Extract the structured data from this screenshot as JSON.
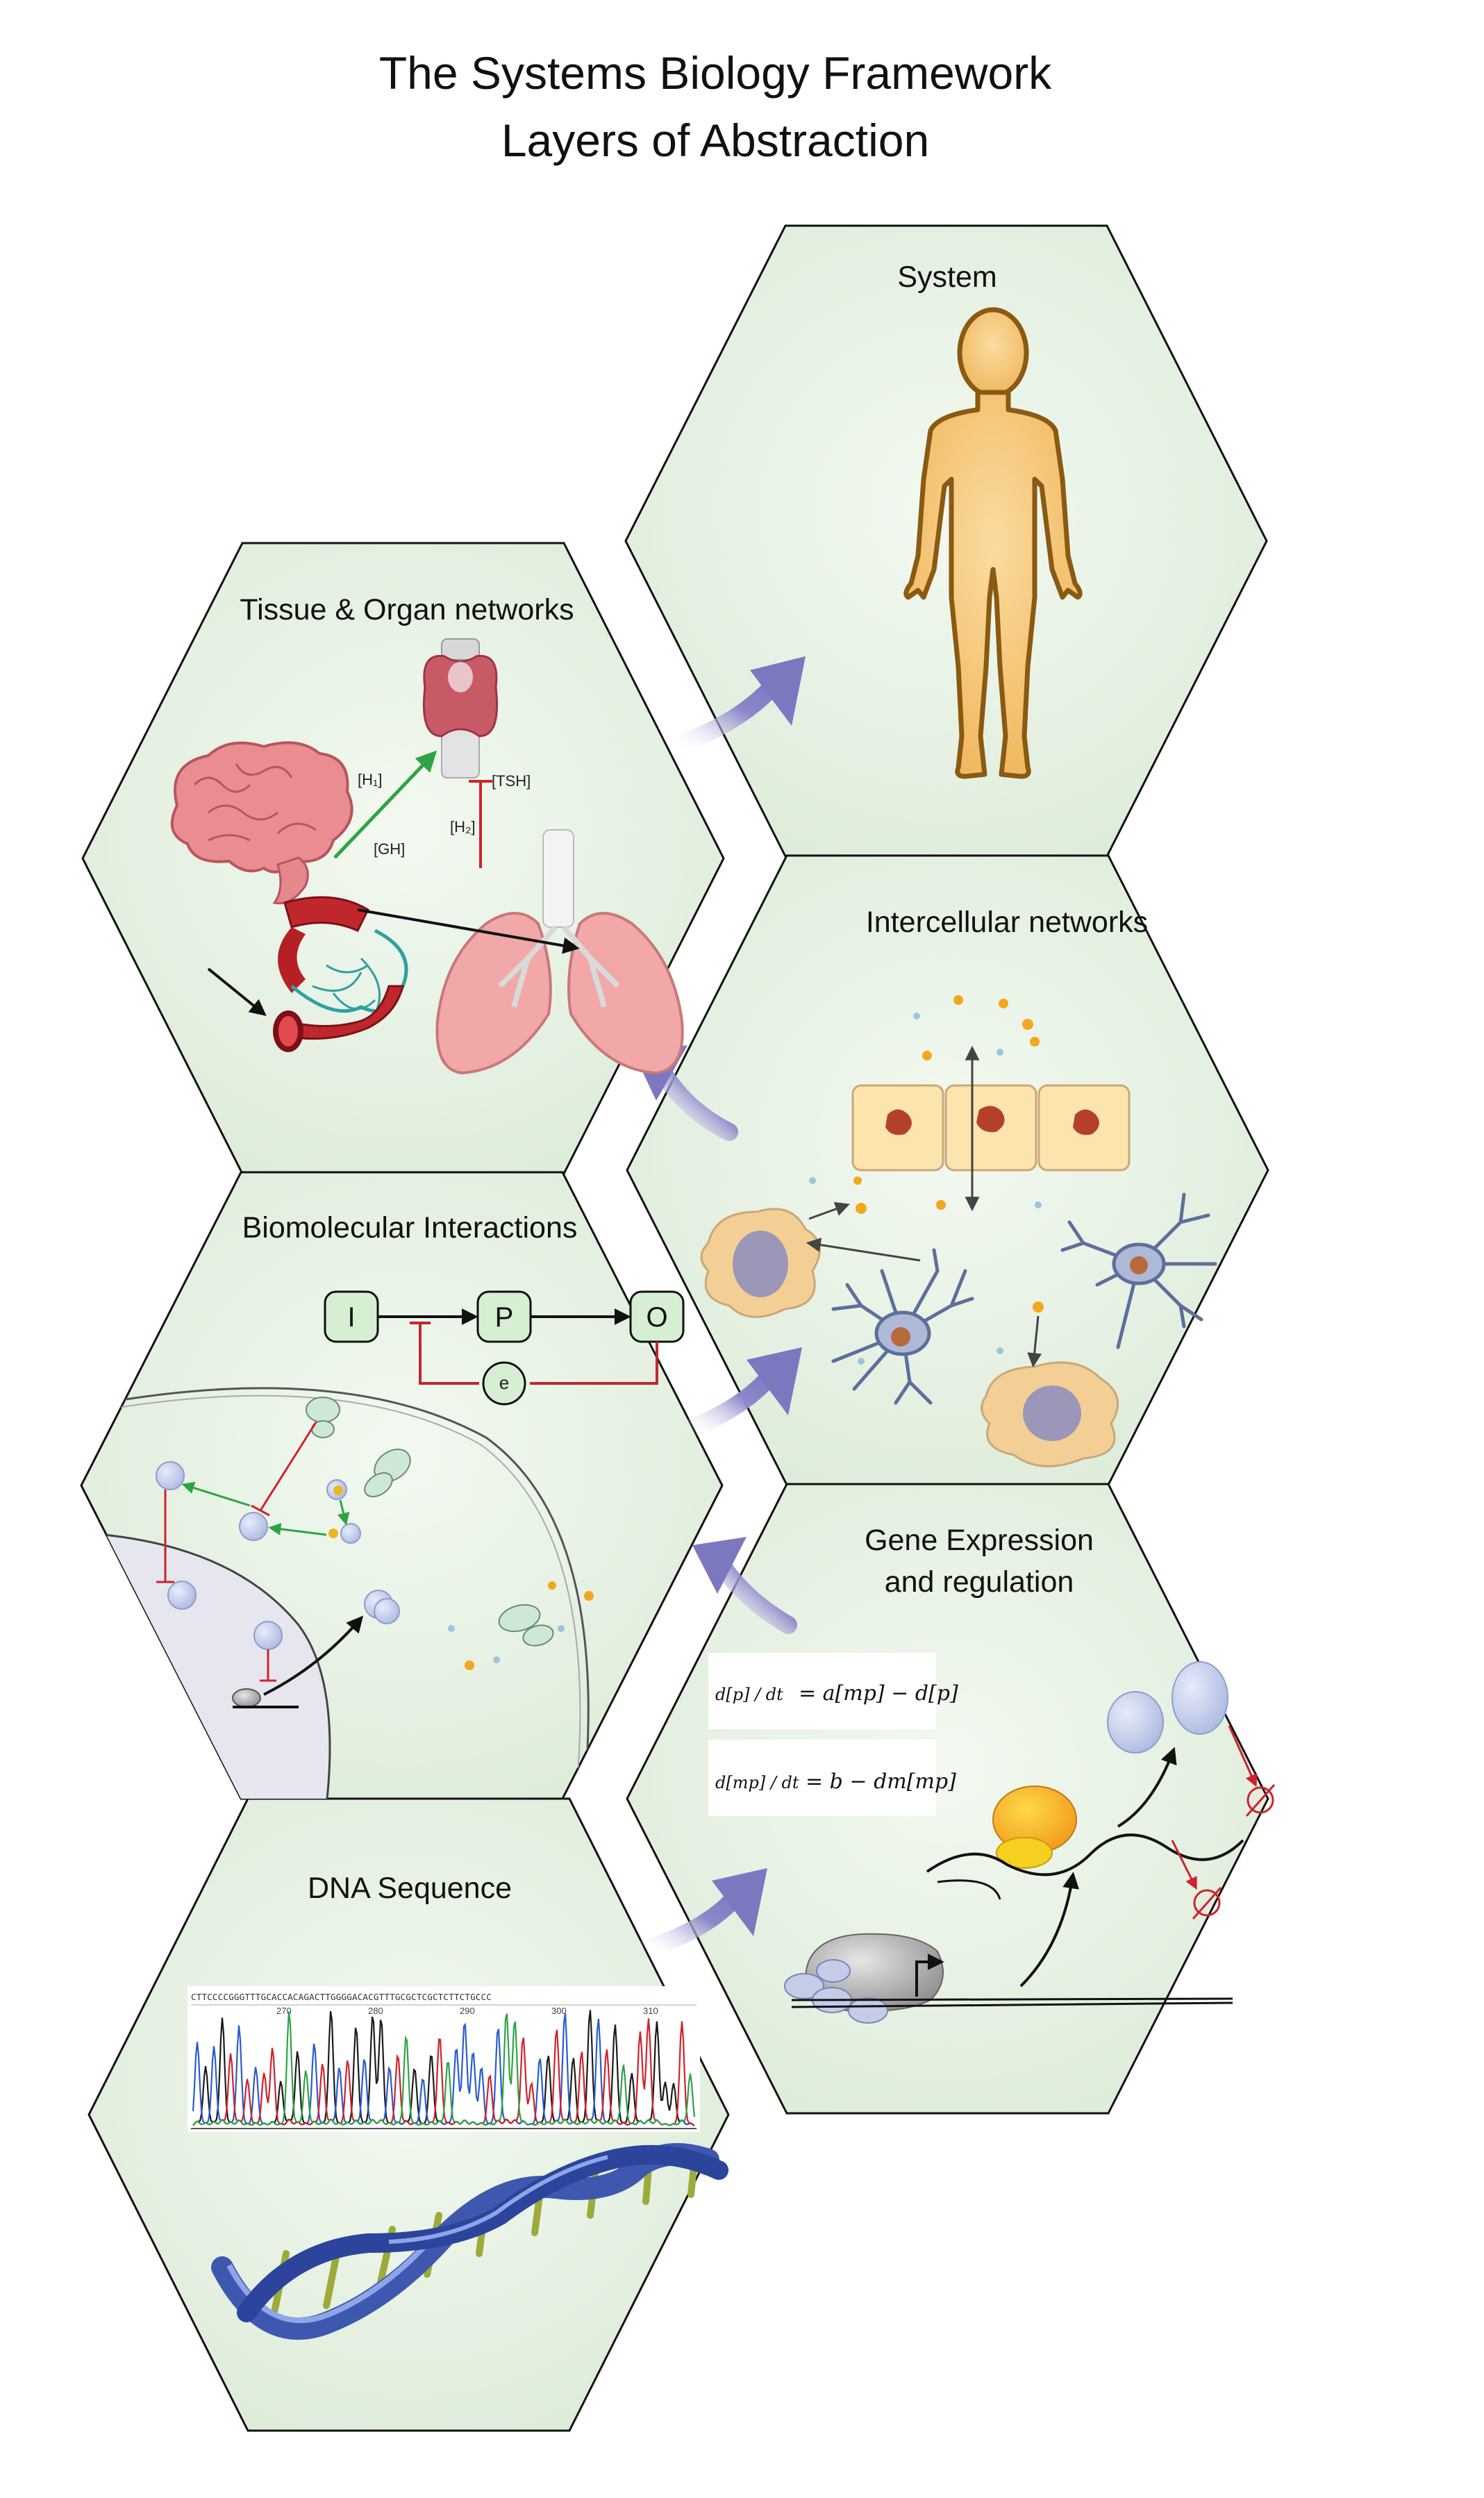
{
  "title": {
    "line1": "The Systems Biology Framework",
    "line2": "Layers of Abstraction"
  },
  "hexagons": [
    {
      "id": "system",
      "label": "System"
    },
    {
      "id": "tissue",
      "label": "Tissue & Organ networks"
    },
    {
      "id": "intercellular",
      "label": "Intercellular networks"
    },
    {
      "id": "biomolecular",
      "label": "Biomolecular Interactions"
    },
    {
      "id": "gene",
      "label_line1": "Gene Expression",
      "label_line2": "and regulation"
    },
    {
      "id": "dna",
      "label": "DNA Sequence"
    }
  ],
  "tissue_labels": {
    "h1": "[H₁]",
    "gh": "[GH]",
    "tsh": "[TSH]",
    "h2": "[H₂]"
  },
  "feedback_nodes": {
    "input": "I",
    "process": "P",
    "output": "O",
    "error": "e"
  },
  "equations": {
    "eq1_lhs": "d[p] / dt",
    "eq1_rhs": "= a[mp] − d[p]",
    "eq2_lhs": "d[mp] / dt",
    "eq2_rhs": "= b − dm[mp]"
  },
  "chromatogram": {
    "sequence": "CTTCCCCGGGTTTGCACCACAGACTTGGGGACACGTTTGCGCTCGCTCTTCTGCCC",
    "positions": [
      "270",
      "280",
      "290",
      "300",
      "310"
    ]
  },
  "colors": {
    "hex_fill": "#e6f2e4",
    "hex_stroke": "#111111",
    "flow_arrow": "#8a86c8",
    "inhibit": "#d0222a",
    "activate": "#2fa343",
    "body": "#f7c979"
  },
  "icons": [
    "human-body-icon",
    "brain-icon",
    "thyroid-icon",
    "lungs-icon",
    "blood-vessel-icon",
    "epithelial-cell-icon",
    "neuron-icon",
    "macrophage-icon",
    "receptor-icon",
    "protein-icon",
    "ribosome-icon",
    "rna-polymerase-icon",
    "dna-helix-icon"
  ]
}
